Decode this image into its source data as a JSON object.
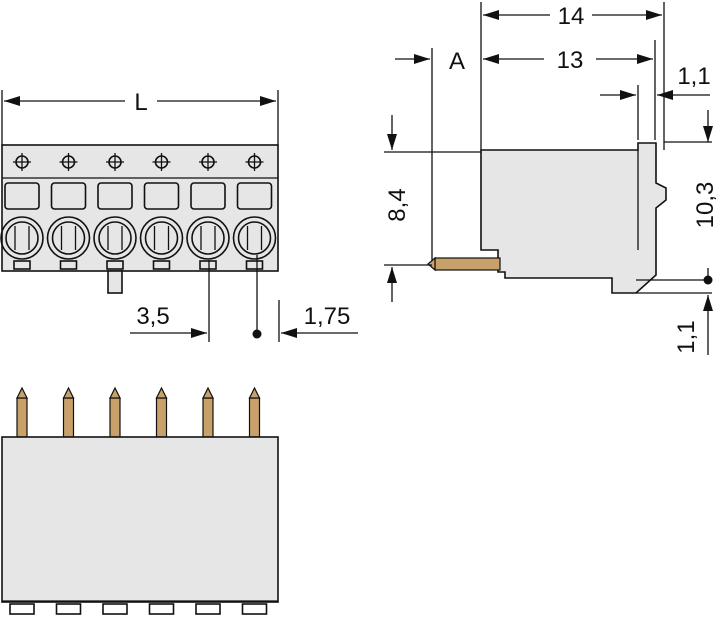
{
  "dimensions": {
    "length_label": "L",
    "pitch": "3,5",
    "edge_offset": "1,75",
    "pin_ref_label": "A",
    "depth_overall": "14",
    "depth_body": "13",
    "top_step": "1,1",
    "pin_height": "8,4",
    "body_height": "10,3",
    "pin_below": "1,1"
  },
  "colors": {
    "housing": "#e6e6e6",
    "pin": "#c8a06a",
    "line": "#111111"
  },
  "pole_count": 6
}
